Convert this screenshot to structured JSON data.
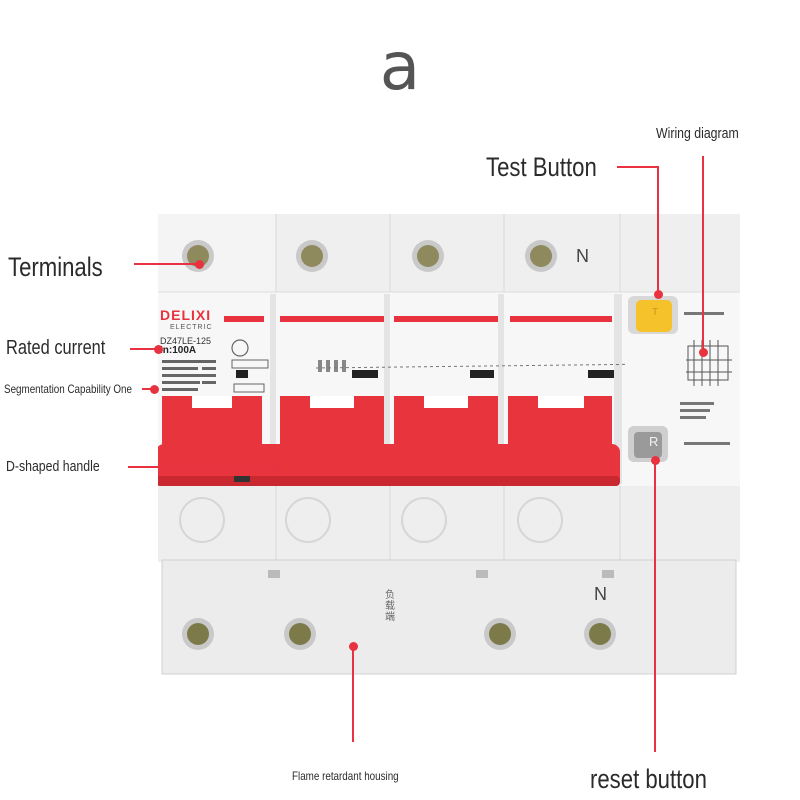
{
  "figure_letter": "a",
  "labels": {
    "terminals": "Terminals",
    "rated_current": "Rated current",
    "segmentation": "Segmentation Capability One",
    "handle": "D-shaped handle",
    "test_button": "Test Button",
    "wiring_diagram": "Wiring diagram",
    "reset_button": "reset button",
    "housing": "Flame retardant housing"
  },
  "device": {
    "brand": "DELIXI",
    "brand_sub": "ELECTRIC",
    "model": "DZ47LE-125",
    "rating": "In:100A",
    "neutral_top": "N",
    "neutral_bottom": "N",
    "test_key": "T",
    "reset_key": "R",
    "load_side": "负载端"
  },
  "colors": {
    "accent": "#e8323f",
    "handle": "#e8343c",
    "test_button": "#f6c22b",
    "housing": "#ececec"
  }
}
